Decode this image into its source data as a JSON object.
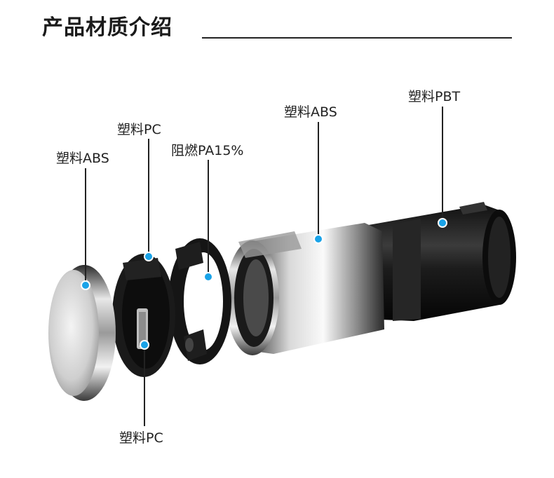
{
  "header": {
    "title": "产品材质介绍"
  },
  "callouts": {
    "cap": "塑料ABS",
    "pc_top": "塑料PC",
    "ring": "阻燃PA15%",
    "sleeve": "塑料ABS",
    "body": "塑料PBT",
    "pc_bottom": "塑料PC"
  },
  "colors": {
    "marker": "#1aa3e8",
    "leader": "#222222"
  }
}
